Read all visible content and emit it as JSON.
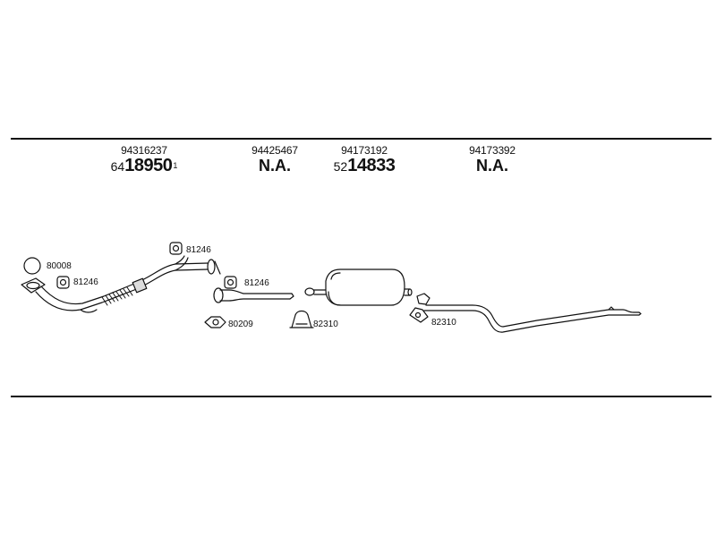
{
  "colors": {
    "line": "#111111",
    "part_fill": "#ffffff",
    "part_shade": "#dddddd"
  },
  "parts": [
    {
      "oem": "94316237",
      "prefix": "64",
      "main": "18950",
      "suffix": "1"
    },
    {
      "oem": "94425467",
      "na": "N.A."
    },
    {
      "oem": "94173192",
      "prefix": "52",
      "main": "14833"
    },
    {
      "oem": "94173392",
      "na": "N.A."
    }
  ],
  "callouts": {
    "c80008": "80008",
    "c81246a": "81246",
    "c81246b": "81246",
    "c81246c": "81246",
    "c80209": "80209",
    "c82310a": "82310",
    "c82310b": "82310"
  }
}
